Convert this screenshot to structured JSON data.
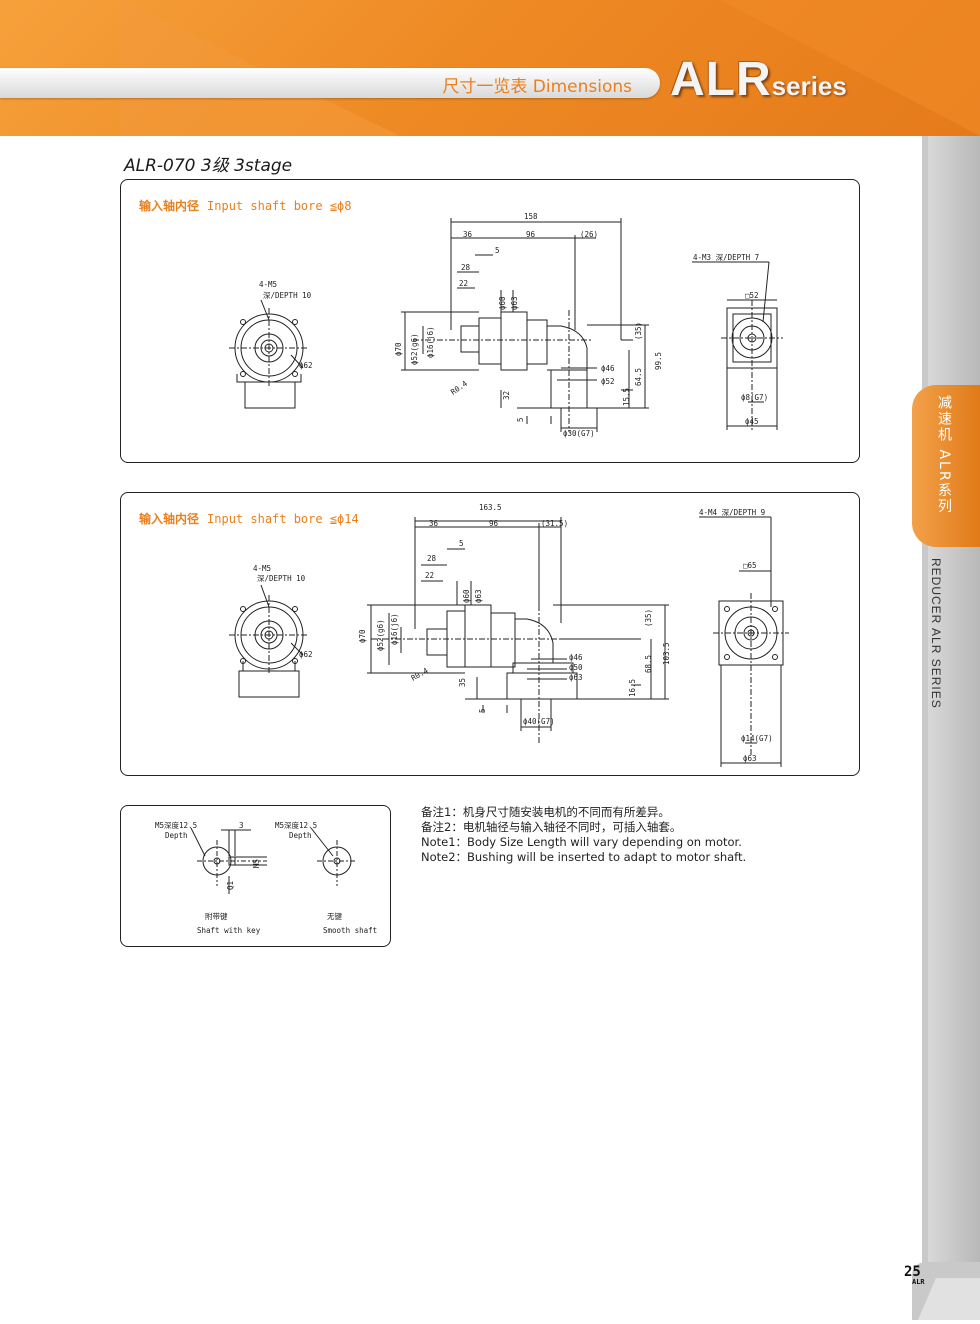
{
  "header": {
    "subtitle": "尺寸一览表 Dimensions",
    "brand_big": "ALR",
    "brand_small": "series"
  },
  "side": {
    "tab_label": "减速机 ALR系列",
    "vertical_label": "REDUCER ALR SERIES"
  },
  "page": {
    "number": "25",
    "tag": "ALR"
  },
  "title": "ALR-070  3级 3stage",
  "panel1": {
    "caption_cn": "输入轴内径",
    "caption_en": "Input shaft bore  ≦ϕ8",
    "mount": "4-M5",
    "mount_depth": "深/DEPTH  10",
    "pcd": "ϕ62",
    "mount_right": "4-M3  深/DEPTH  7",
    "dims": {
      "total": "158",
      "d36": "36",
      "d96": "96",
      "d26": "(26)",
      "d5": "5",
      "d28": "28",
      "d22": "22",
      "phi60": "ϕ60",
      "phi63": "ϕ63",
      "phi70": "ϕ70",
      "phi52": "ϕ52(g6)",
      "phi16": "ϕ16(j6)",
      "r04": "R0.4",
      "d35": "(35)",
      "d995": "99.5",
      "d645": "64.5",
      "phi46": "ϕ46",
      "phi52b": "ϕ52",
      "d32": "32",
      "d155": "15.5",
      "d5b": "5",
      "phi30": "ϕ30(G7)",
      "sq": "□52",
      "phi8": "ϕ8(G7)",
      "phi45": "ϕ45"
    }
  },
  "panel2": {
    "caption_cn": "输入轴内径",
    "caption_en": "Input shaft bore  ≦ϕ14",
    "mount": "4-M5",
    "mount_depth": "深/DEPTH  10",
    "pcd": "ϕ62",
    "mount_right": "4-M4  深/DEPTH  9",
    "dims": {
      "total": "163.5",
      "d36": "36",
      "d96": "96",
      "d315": "(31.5)",
      "d5": "5",
      "d28": "28",
      "d22": "22",
      "phi60": "ϕ60",
      "phi63": "ϕ63",
      "phi70": "ϕ70",
      "phi52": "ϕ52(g6)",
      "phi16": "ϕ16(j6)",
      "r04": "R0.4",
      "d35": "(35)",
      "d1035": "103.5",
      "d685": "68.5",
      "phi46": "ϕ46",
      "phi50": "ϕ50",
      "phi63b": "ϕ63",
      "d35b": "35",
      "d165": "16.5",
      "d5b": "5",
      "phi40": "ϕ40(G7)",
      "sq": "□65",
      "phi14": "ϕ14(G7)",
      "phi63c": "ϕ63"
    }
  },
  "shaft_panel": {
    "left_label": "M5深度12.5",
    "left_sub": "Depth",
    "left_dim3": "3",
    "left_dim5": "M5",
    "left_dimq": "Q1",
    "left_cn": "附带键",
    "left_en": "Shaft with key",
    "right_label": "M5深度12.5",
    "right_sub": "Depth",
    "right_cn": "无键",
    "right_en": "Smooth shaft"
  },
  "notes": [
    "备注1：机身尺寸随安装电机的不同而有所差异。",
    "备注2：电机轴径与输入轴径不同时，可插入轴套。",
    "Note1：Body Size Length will vary depending on motor.",
    "Note2：Bushing will be inserted to adapt to motor shaft."
  ]
}
